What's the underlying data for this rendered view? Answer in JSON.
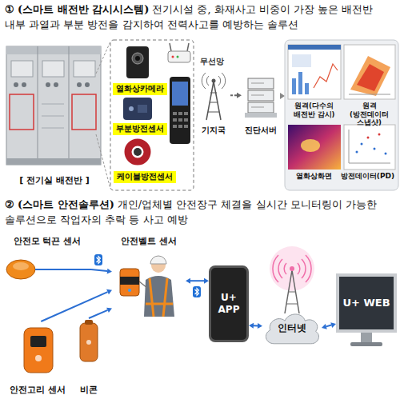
{
  "diagram": {
    "nodes": [
      {
        "text": [
          "[ 전기실 배전반 ]"
        ]
      },
      {
        "text": [
          "열화상카메라"
        ]
      },
      {
        "text": [
          "부분방전센서"
        ]
      },
      {
        "text": [
          "케이블방전센서"
        ]
      },
      {
        "text": [
          "기지국"
        ]
      },
      {
        "text": [
          "진단서버"
        ]
      },
      {
        "text": [
          "원격(다수의 배전반 감시)"
        ]
      },
      {
        "text": [
          "원격(방전데이터 스냅샷)"
        ]
      },
      {
        "text": [
          "열화상화면"
        ]
      },
      {
        "text": [
          "방전데이터(PD)"
        ]
      },
      {
        "text": [
          "안전모 턱끈 센서"
        ]
      },
      {
        "text": [
          "안전벨트 센서"
        ]
      },
      {
        "text": [
          "안전고리 센서"
        ]
      },
      {
        "text": [
          "비콘"
        ]
      },
      {
        "text": [
          "U+ APP"
        ]
      },
      {
        "text": [
          "인터넷"
        ]
      },
      {
        "text": [
          "U+ WEB"
        ]
      }
    ],
    "edges": [
      {
        "from": 4,
        "to": 5,
        "arrow": "to"
      },
      {
        "from": 10,
        "to": 11,
        "arrow": "to"
      },
      {
        "from": 12,
        "to": 11,
        "arrow": "to"
      },
      {
        "from": 13,
        "to": 11,
        "arrow": "to"
      },
      {
        "from": 11,
        "to": 14,
        "arrow": "both"
      },
      {
        "from": 14,
        "to": 15,
        "arrow": "both"
      },
      {
        "from": 15,
        "to": 16,
        "arrow": "both"
      }
    ],
    "labels": [
      "①",
      "(스마트 배전반 감시시스템)",
      "전기시설 중, 화재사고 비중이 가장 높은 배전반 내부 과열과 부분 방전을 감지하여 전력사고를 예방하는 솔루션",
      "무선망",
      "②",
      "(스마트 안전솔루션)",
      "개인/업체별 안전장구 체결을 실시간 모니터링이 가능한 솔루션으로 작업자의 추락 등 사고 예방"
    ]
  }
}
